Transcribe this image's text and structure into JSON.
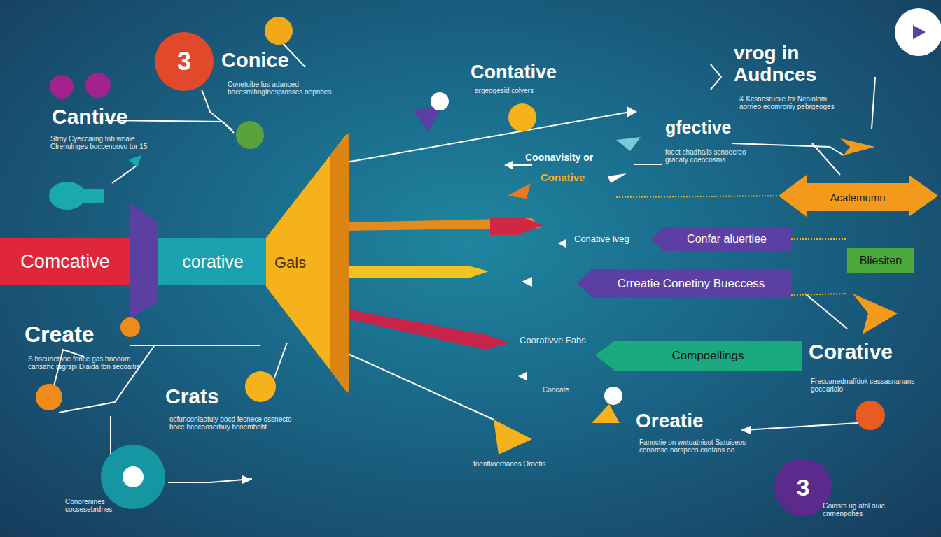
{
  "diagram": {
    "nodes": [
      {
        "text": [
          "3"
        ]
      },
      {
        "text": [
          "Comcative"
        ]
      },
      {
        "text": [
          "corative"
        ]
      },
      {
        "text": [
          "Gals"
        ]
      },
      {
        "text": [
          "Acalemumn"
        ]
      },
      {
        "text": [
          "Confar aluertiee"
        ]
      },
      {
        "text": [
          "Bliesiten"
        ]
      },
      {
        "text": [
          "Crreatie Conetiny Bueccess"
        ]
      },
      {
        "text": [
          "Compoellings"
        ]
      },
      {
        "text": [
          "3"
        ]
      }
    ],
    "labels": [
      "Conice",
      "Conetcibe lus adanced bocesmihnginesprosses oepnbes",
      "Cantive",
      "Stroy Cyeccaiing tob wnaie Clrenulnges boccenoovo tor 15",
      "Contative",
      "argeogesid colyers",
      "vrog in Audnces",
      "& Kcsnosruciie tcr Neaiolom aorrieo ecomroniy pebrgeoges",
      "gfective",
      "foect chadhaiis scnoecreo gracaty coeocosms",
      "Coonavisity or",
      "Conative",
      "Conative lveg",
      "Coorativve Fabs",
      "Conoate",
      "Corative",
      "Frecuanedrraffdok cessasnanans gocearialo",
      "Create",
      "S bscunetone fonce gas bnooom cansahc rsgrspi Diaida tbn secoaitis",
      "Crats",
      "ocfunconiaotuiy bocd fecnece ossnecto boce bcocaoserbuy bcoemboht",
      "Oreatie",
      "Fanoctie on wntoatnisot Satuiseos conornse narspces contans oo",
      "foentlioerhaons Oroetis",
      "Goinsrs ug atol auie cnmenpohes",
      "Conorenines cocsesebrdnes"
    ]
  }
}
